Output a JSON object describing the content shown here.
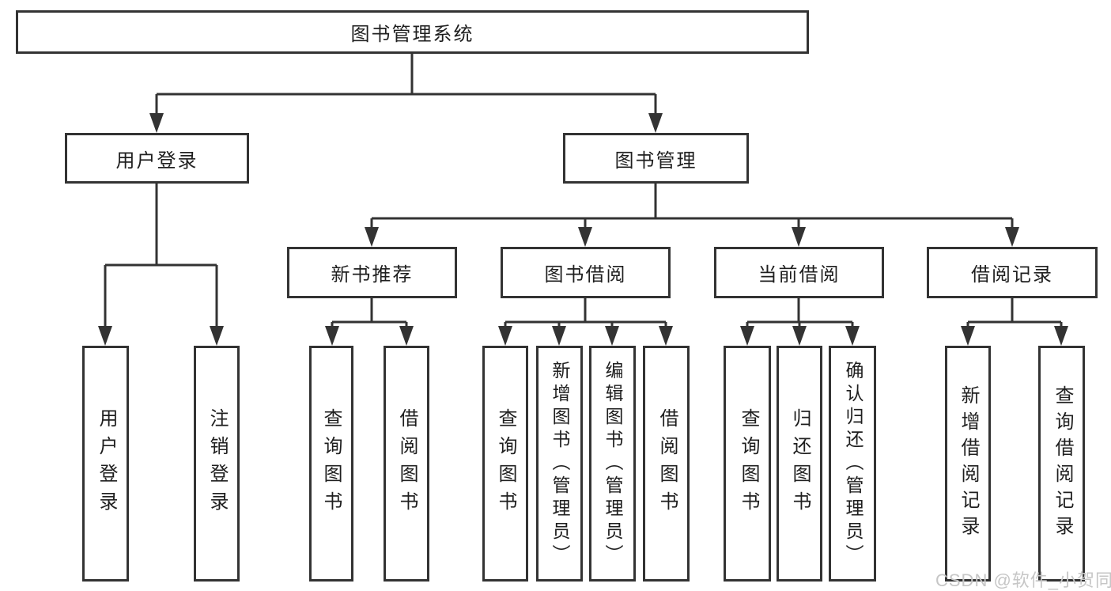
{
  "diagram": {
    "type": "hierarchy-tree",
    "title": "图书管理系统",
    "watermark": "CSDN @软件_小贺同学",
    "colors": {
      "background": "#ffffff",
      "line": "#333333",
      "box_border": "#333333",
      "text": "#1f1f1f",
      "watermark": "#c6c6c6"
    },
    "nodes": {
      "root": {
        "label": "图书管理系统",
        "level": 1
      },
      "user_login": {
        "label": "用户登录",
        "level": 2,
        "parent": "root"
      },
      "book_mgmt": {
        "label": "图书管理",
        "level": 2,
        "parent": "root"
      },
      "new_book": {
        "label": "新书推荐",
        "level": 3,
        "parent": "book_mgmt"
      },
      "book_borrow": {
        "label": "图书借阅",
        "level": 3,
        "parent": "book_mgmt"
      },
      "current_borrow": {
        "label": "当前借阅",
        "level": 3,
        "parent": "book_mgmt"
      },
      "borrow_records": {
        "label": "借阅记录",
        "level": 3,
        "parent": "book_mgmt"
      },
      "a1": {
        "label": "用户登录",
        "level": 4,
        "parent": "user_login"
      },
      "a2": {
        "label": "注销登录",
        "level": 4,
        "parent": "user_login"
      },
      "b1": {
        "label": "查询图书",
        "level": 4,
        "parent": "new_book"
      },
      "b2": {
        "label": "借阅图书",
        "level": 4,
        "parent": "new_book"
      },
      "c1": {
        "label": "查询图书",
        "level": 4,
        "parent": "book_borrow"
      },
      "c2": {
        "label": "新增图书（管理员）",
        "level": 4,
        "parent": "book_borrow"
      },
      "c3": {
        "label": "编辑图书（管理员）",
        "level": 4,
        "parent": "book_borrow"
      },
      "c4": {
        "label": "借阅图书",
        "level": 4,
        "parent": "book_borrow"
      },
      "d1": {
        "label": "查询图书",
        "level": 4,
        "parent": "current_borrow"
      },
      "d2": {
        "label": "归还图书",
        "level": 4,
        "parent": "current_borrow"
      },
      "d3": {
        "label": "确认归还（管理员）",
        "level": 4,
        "parent": "current_borrow"
      },
      "e1": {
        "label": "新增借阅记录",
        "level": 4,
        "parent": "borrow_records"
      },
      "e2": {
        "label": "查询借阅记录",
        "level": 4,
        "parent": "borrow_records"
      }
    }
  }
}
